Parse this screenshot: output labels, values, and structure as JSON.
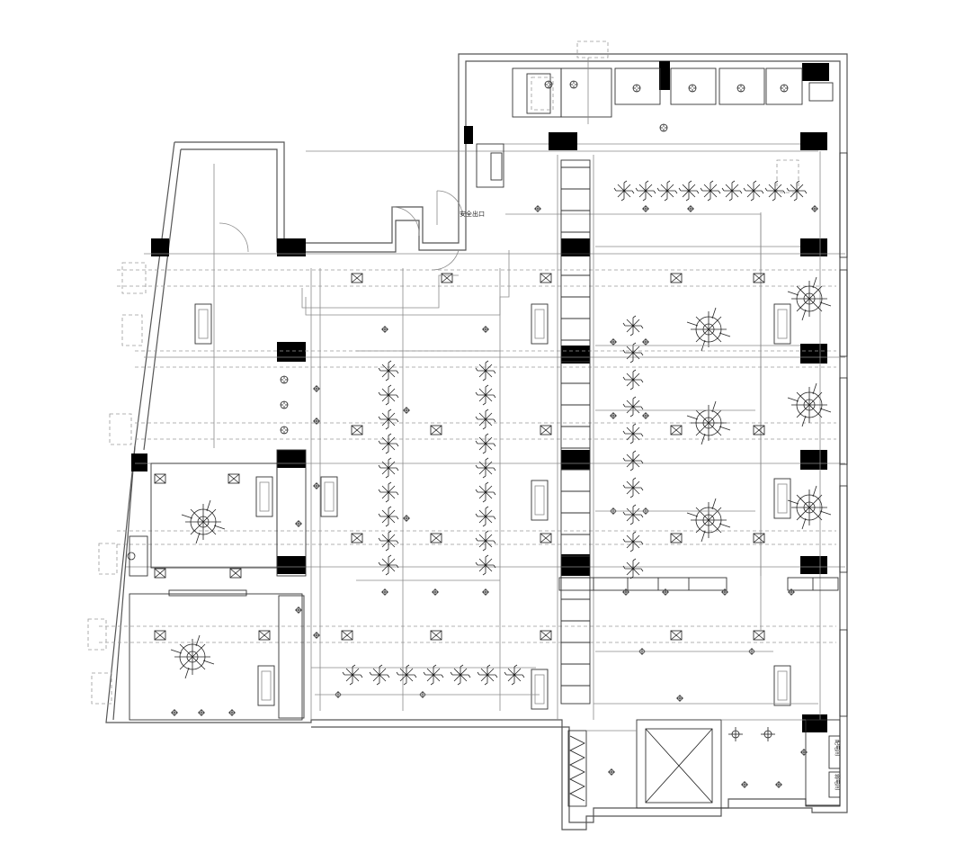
{
  "labels": {
    "exit": "安全出口",
    "room_a": "配电间",
    "room_b": "弱电间"
  },
  "colors": {
    "line": "#555555",
    "column": "#000000",
    "background": "#ffffff"
  }
}
